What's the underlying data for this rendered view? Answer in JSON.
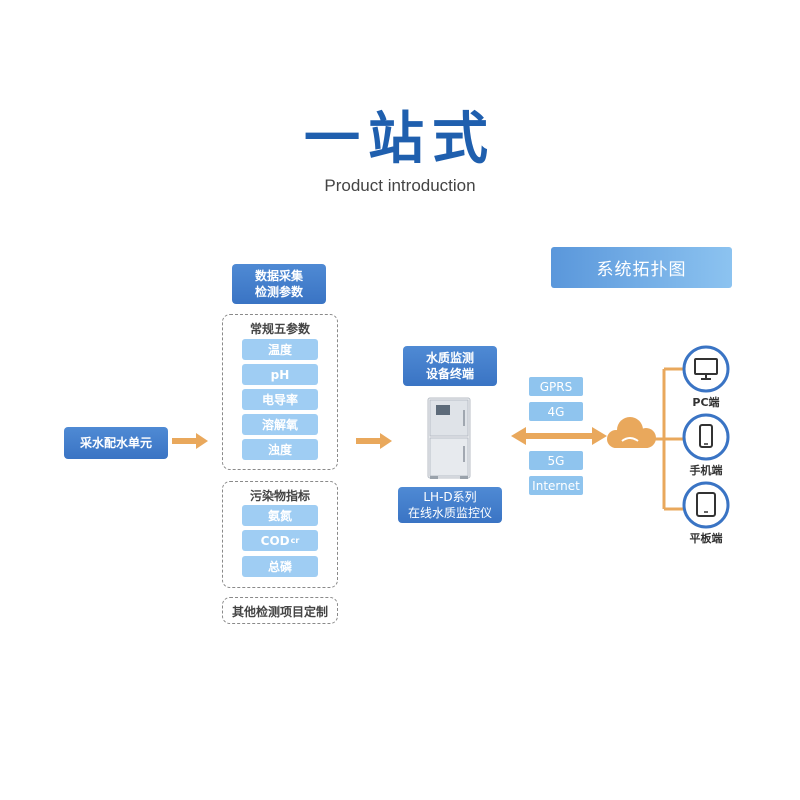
{
  "header": {
    "title": "一站式",
    "subtitle": "Product introduction"
  },
  "topology_label": "系统拓扑图",
  "source_unit": "采水配水单元",
  "acquisition": {
    "title_line1": "数据采集",
    "title_line2": "检测参数"
  },
  "conventional": {
    "title": "常规五参数",
    "items": [
      "温度",
      "pH",
      "电导率",
      "溶解氧",
      "浊度"
    ]
  },
  "pollutants": {
    "title": "污染物指标",
    "items": [
      "氨氮",
      "COD",
      "总磷"
    ],
    "cod_subscript": "cr"
  },
  "custom": "其他检测项目定制",
  "terminal": {
    "title_line1": "水质监测",
    "title_line2": "设备终端",
    "caption_line1": "LH-D系列",
    "caption_line2": "在线水质监控仪"
  },
  "networks": [
    "GPRS",
    "4G",
    "5G",
    "Internet"
  ],
  "devices": [
    {
      "label": "PC端",
      "icon": "monitor-icon"
    },
    {
      "label": "手机端",
      "icon": "phone-icon"
    },
    {
      "label": "平板端",
      "icon": "tablet-icon"
    }
  ],
  "colors": {
    "accent": "#3a74c4",
    "light": "#9fcdf3",
    "arrow": "#e9a85c",
    "title": "#1f5fae"
  }
}
